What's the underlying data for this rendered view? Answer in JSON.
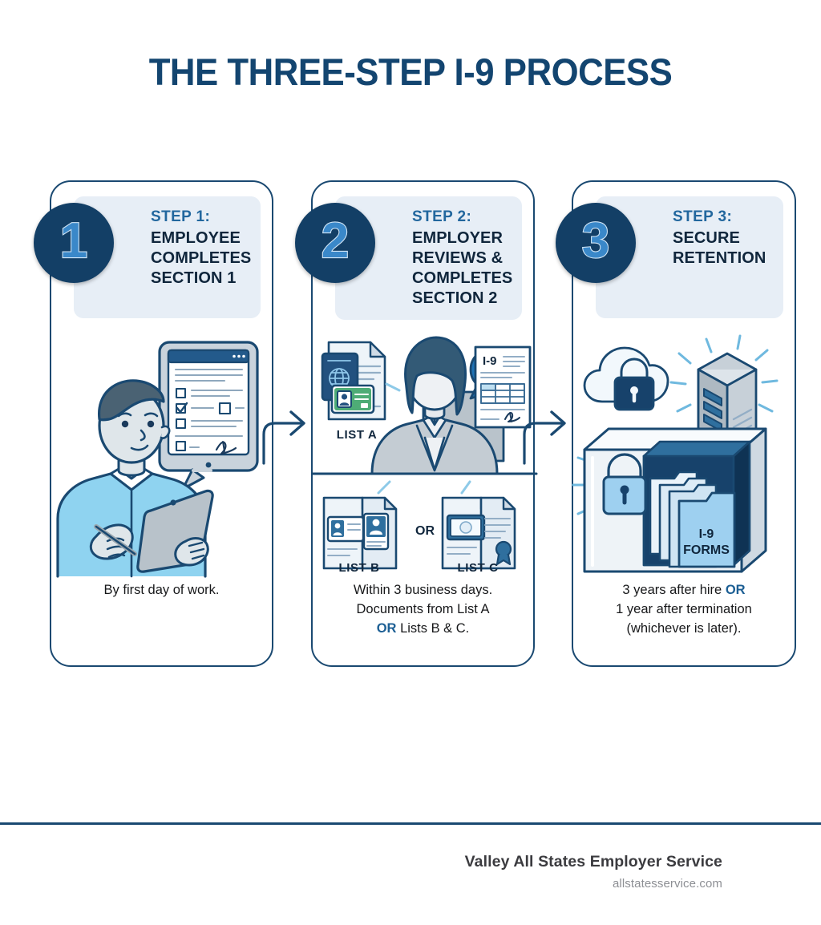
{
  "page": {
    "title": "THE THREE-STEP I-9 PROCESS",
    "background_color": "#ffffff",
    "accent_navy": "#1a4971",
    "accent_blue": "#22679e",
    "panel_tint": "#e7eef6"
  },
  "steps": [
    {
      "number": "1",
      "kicker": "STEP 1:",
      "title": "EMPLOYEE COMPLETES SECTION 1",
      "caption": "By first day of work.",
      "illustration_name": "employee-tablet-form-illustration"
    },
    {
      "number": "2",
      "kicker": "STEP 2:",
      "title": "EMPLOYER REVIEWS & COMPLETES SECTION 2",
      "caption_line_1": "Within 3 business days.",
      "caption_line_2": "Documents from List A",
      "caption_or": "OR",
      "caption_line_3": "Lists B & C.",
      "illustration_name": "employer-review-documents-illustration",
      "labels": {
        "list_a": "LIST A",
        "list_b": "LIST B",
        "list_c": "LIST C",
        "or": "OR",
        "form_code": "I-9"
      }
    },
    {
      "number": "3",
      "kicker": "STEP 3:",
      "title": "SECURE RETENTION",
      "caption_line_1a": "3 years after hire ",
      "caption_or": "OR",
      "caption_line_2": "1 year after termination",
      "caption_line_3": "(whichever is later).",
      "illustration_name": "secure-storage-illustration",
      "labels": {
        "folder_line_1": "I-9",
        "folder_line_2": "FORMS"
      }
    }
  ],
  "footer": {
    "company": "Valley All States Employer Service",
    "website": "allstatesservice.com"
  }
}
